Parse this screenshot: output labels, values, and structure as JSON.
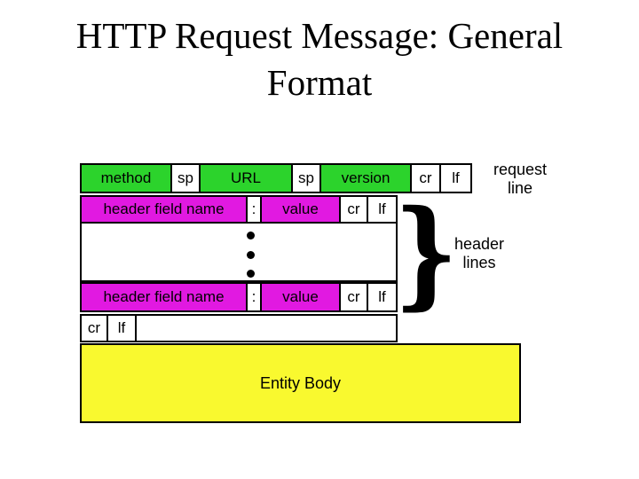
{
  "title": {
    "line1": "HTTP Request Message: General",
    "line2": "Format"
  },
  "colors": {
    "field_green": "#2cd32c",
    "field_magenta": "#e119e1",
    "body_yellow": "#f9f92f",
    "line_black": "#000000"
  },
  "diagram": {
    "request_line_row": {
      "cells": [
        {
          "label": "method"
        },
        {
          "label": "sp"
        },
        {
          "label": "URL"
        },
        {
          "label": "sp"
        },
        {
          "label": "version"
        },
        {
          "label": "cr"
        },
        {
          "label": "lf"
        }
      ],
      "annotation": {
        "line1": "request",
        "line2": "line"
      }
    },
    "header_row_1": {
      "cells": [
        {
          "label": "header field name"
        },
        {
          "label": ":"
        },
        {
          "label": "value"
        },
        {
          "label": "cr"
        },
        {
          "label": "lf"
        }
      ]
    },
    "ellipsis_row": {
      "dot_count": 3
    },
    "header_row_2": {
      "cells": [
        {
          "label": "header field name"
        },
        {
          "label": ":"
        },
        {
          "label": "value"
        },
        {
          "label": "cr"
        },
        {
          "label": "lf"
        }
      ]
    },
    "crlf_row": {
      "cells": [
        {
          "label": "cr"
        },
        {
          "label": "lf"
        }
      ]
    },
    "entity_body": {
      "label": "Entity Body"
    },
    "header_lines_annotation": {
      "brace": "}",
      "line1": "header",
      "line2": "lines"
    }
  }
}
